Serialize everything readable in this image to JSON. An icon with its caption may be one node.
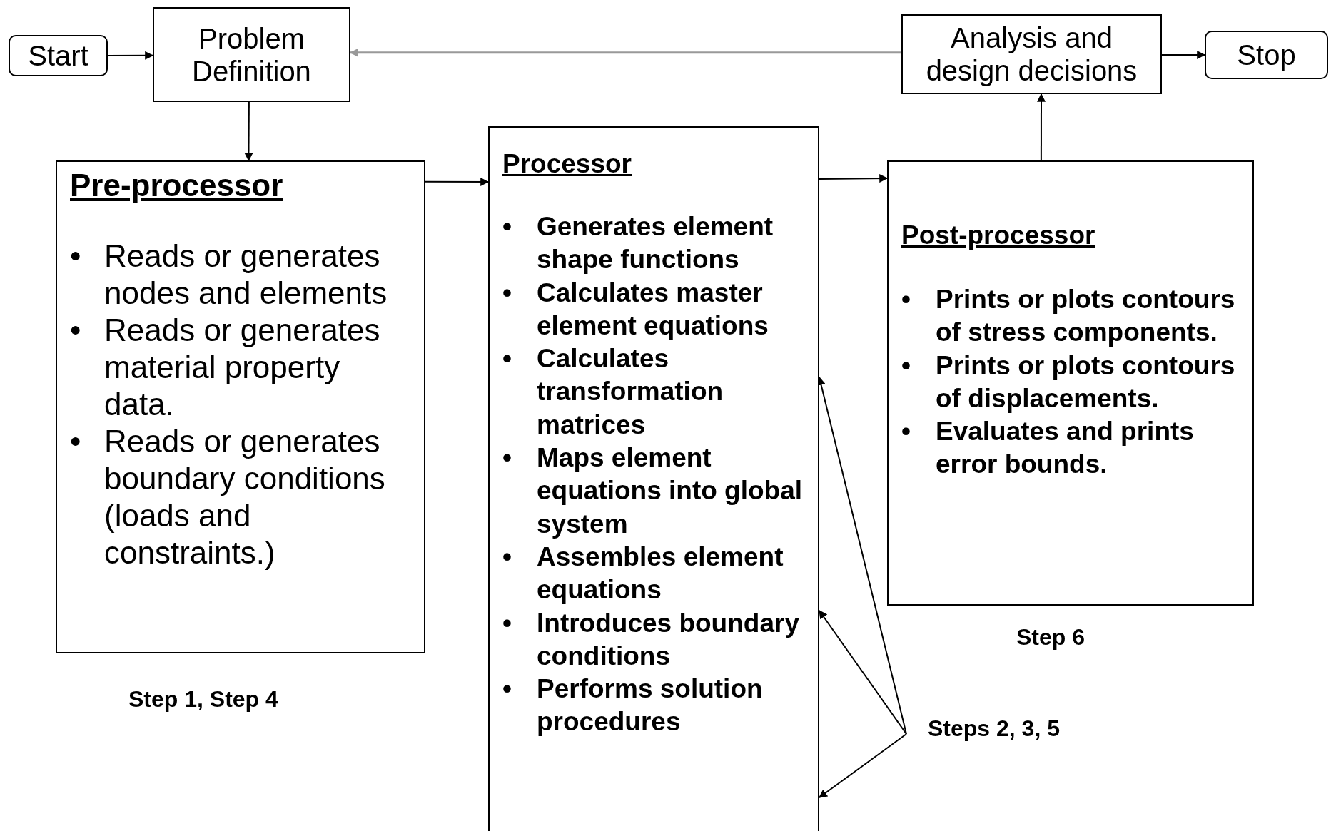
{
  "diagram": {
    "nodes": [
      {
        "text": [
          "Start"
        ]
      },
      {
        "text": [
          "Problem Definition"
        ]
      },
      {
        "text": [
          "Analysis and design decisions"
        ]
      },
      {
        "text": [
          "Stop"
        ]
      },
      {
        "text": [
          "Pre-processor",
          "•\tReads or generates nodes and elements",
          "•\tReads or generates material property data.",
          "•\tReads or generates boundary conditions (loads and constraints.)"
        ],
        "beside": [
          "Step 1, Step 4"
        ]
      },
      {
        "text": [
          "Processor",
          "•\tGenerates element shape functions",
          "•\tCalculates master element equations",
          "•\tCalculates transformation matrices",
          "•\tMaps element equations into global system",
          "•\tAssembles element equations",
          "•\tIntroduces boundary conditions",
          "•\tPerforms solution procedures"
        ]
      },
      {
        "text": [
          "Post-processor",
          "•\tPrints or plots contours of stress components.",
          "•\tPrints or plots contours of displacements.",
          "•\tEvaluates and prints error bounds."
        ],
        "beside": [
          "Step 6"
        ]
      },
      {
        "text": [
          "Steps 2, 3, 5"
        ]
      }
    ],
    "edges": [
      {
        "from": 0,
        "to": 1,
        "arrow": "to"
      },
      {
        "from": 2,
        "to": 1,
        "arrow": "to",
        "color": "#999999"
      },
      {
        "from": 2,
        "to": 3,
        "arrow": "to"
      },
      {
        "from": 1,
        "to": 4,
        "arrow": "to"
      },
      {
        "from": 4,
        "to": 5,
        "arrow": "to"
      },
      {
        "from": 5,
        "to": 6,
        "arrow": "to"
      },
      {
        "from": 6,
        "to": 2,
        "arrow": "to"
      },
      {
        "from": 7,
        "to": 5,
        "arrow": "to"
      },
      {
        "from": 7,
        "to": 5,
        "arrow": "to"
      },
      {
        "from": 7,
        "to": 5,
        "arrow": "to"
      }
    ]
  }
}
